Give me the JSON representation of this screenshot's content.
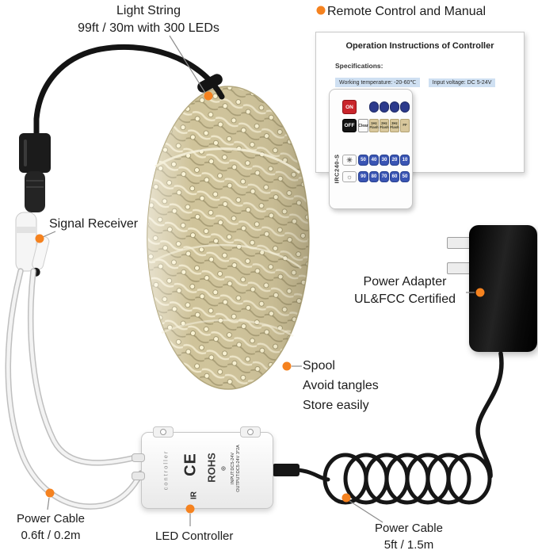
{
  "callouts": {
    "light_string": {
      "line1": "Light String",
      "line2": "99ft / 30m with 300 LEDs"
    },
    "remote_manual": {
      "label": "Remote Control and Manual"
    },
    "signal_receiver": {
      "label": "Signal Receiver"
    },
    "power_adapter": {
      "line1": "Power Adapter",
      "line2": "UL&FCC Certified"
    },
    "spool": {
      "line1": "Spool",
      "line2": "Avoid tangles",
      "line3": "Store easily"
    },
    "power_cable_short": {
      "line1": "Power Cable",
      "line2": "0.6ft / 0.2m"
    },
    "led_controller": {
      "label": "LED Controller"
    },
    "power_cable_long": {
      "line1": "Power Cable",
      "line2": "5ft / 1.5m"
    }
  },
  "manual": {
    "title": "Operation Instructions of Controller",
    "specifications_label": "Specifications:",
    "working_temperature": "Working temperature: -20-60℃",
    "input_voltage": "Input voltage:  DC 5-24V"
  },
  "remote": {
    "model": "IRC240-S",
    "on": "ON",
    "off": "OFF",
    "clear": "Clear",
    "brightness_up": "☀",
    "brightness_down": "☼",
    "flash_buttons": [
      "1Hz Flash",
      "2Hz Flash",
      "3Hz Flash",
      "FF"
    ],
    "percent_row1": [
      "50",
      "40",
      "30",
      "20",
      "10"
    ],
    "percent_row2": [
      "90",
      "80",
      "70",
      "60",
      "50"
    ]
  },
  "controller": {
    "side_label": "controller",
    "ce_mark": "CE",
    "rohs": "ROHS",
    "ir": "IR",
    "polarity": "⊕",
    "input_spec": "INPUT:DC5-24V",
    "output_spec": "OUTPUT:DC5-24V 3*2A"
  },
  "colors": {
    "callout_dot": "#f5821f",
    "leader_line": "#8c8c8c",
    "remote_on": "#c9252b",
    "remote_off": "#141414",
    "remote_key_navy": "#2c3a8c",
    "remote_key_blue": "#3a55b4",
    "remote_key_tan": "#d8c79c",
    "spool_wire": "#cfc49c",
    "adapter_body": "#0a0a0a"
  }
}
